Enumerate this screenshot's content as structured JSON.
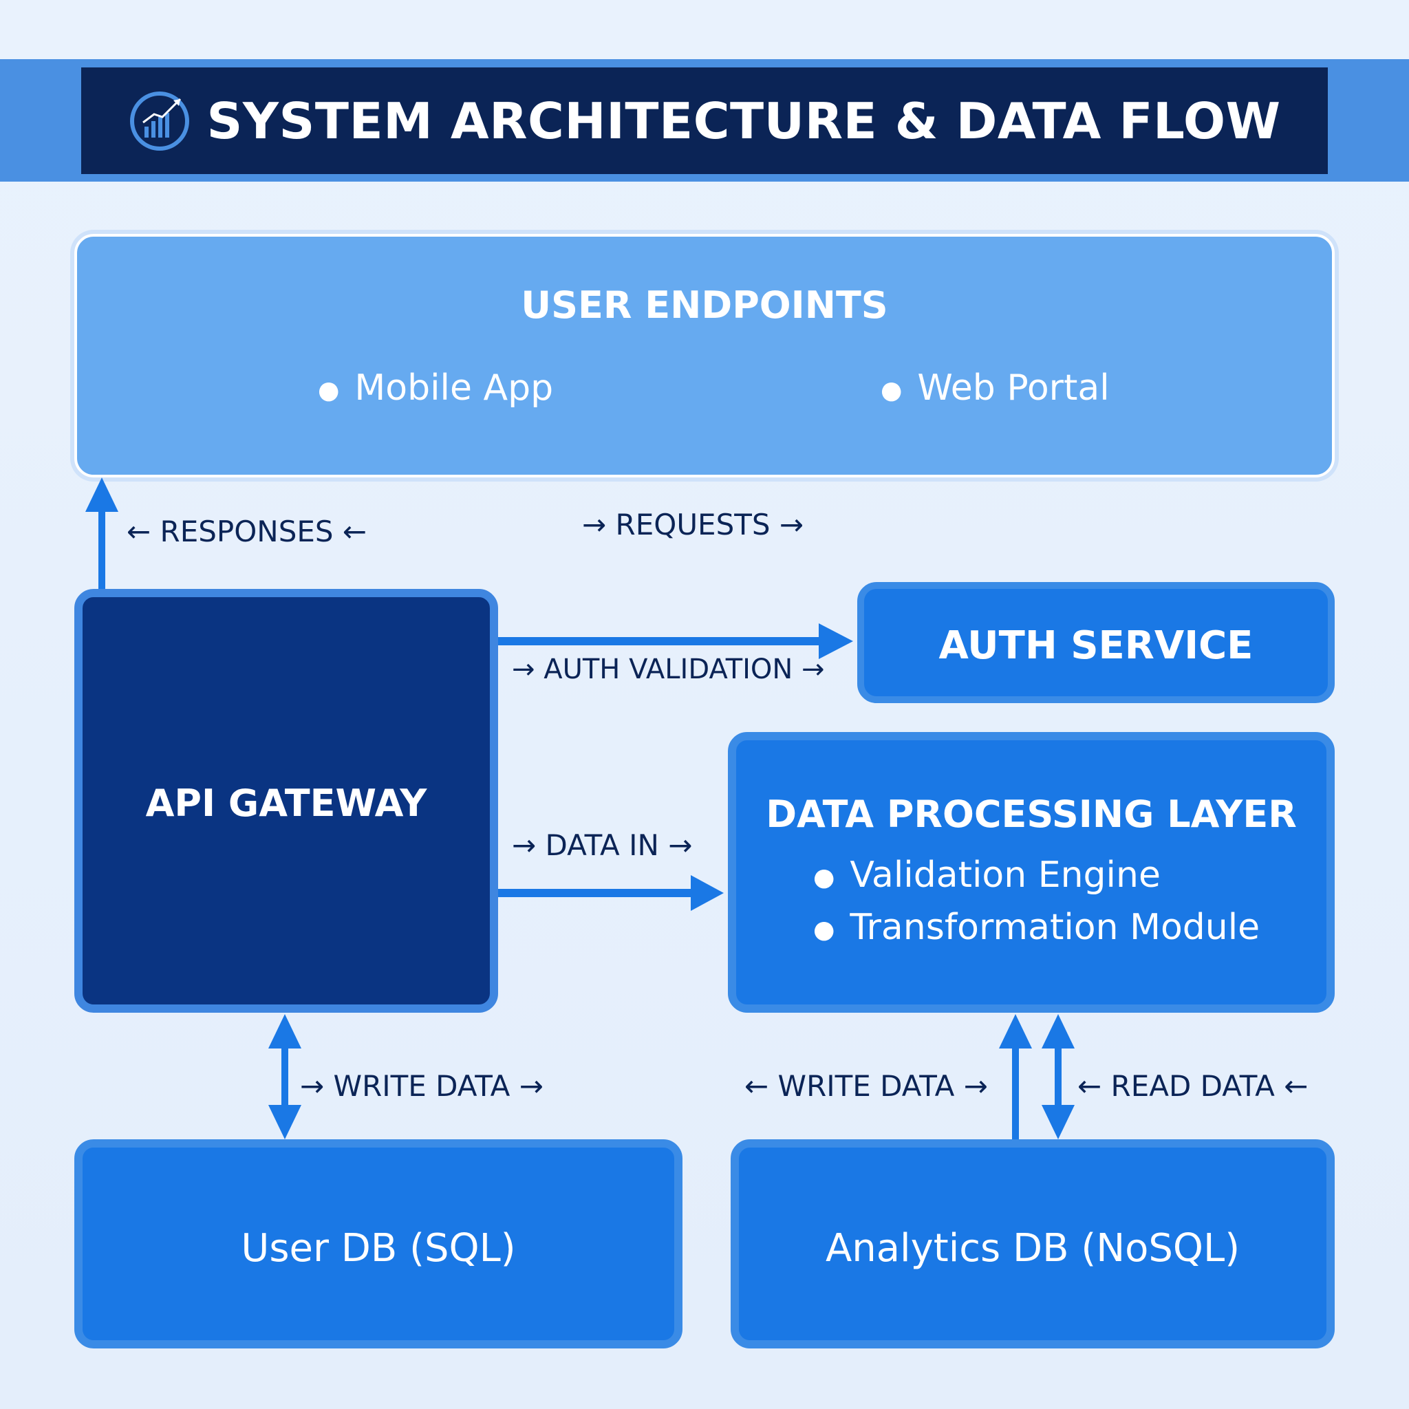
{
  "title": "SYSTEM ARCHITECTURE & DATA FLOW",
  "nodes": {
    "user_endpoints": {
      "title": "USER ENDPOINTS",
      "items": [
        "Mobile App",
        "Web Portal"
      ]
    },
    "api_gateway": {
      "title": "API GATEWAY"
    },
    "auth_service": {
      "title": "AUTH SERVICE"
    },
    "data_processing": {
      "title": "DATA PROCESSING LAYER",
      "items": [
        "Validation Engine",
        "Transformation Module"
      ]
    },
    "user_db": {
      "title": "User DB (SQL)"
    },
    "analytics_db": {
      "title": "Analytics DB (NoSQL)"
    }
  },
  "edges": {
    "responses": "← RESPONSES ←",
    "requests": "→ REQUESTS →",
    "auth_validation": "→ AUTH VALIDATION →",
    "data_in": "→ DATA IN →",
    "write_data_user": "→ WRITE DATA →",
    "write_data_analytics": "← WRITE DATA →",
    "read_data": "← READ DATA ←"
  },
  "colors": {
    "background": "#e8f1fc",
    "title_bar": "#0b2456",
    "title_band": "#4a90e2",
    "endpoints_fill": "#66aaf0",
    "gateway_fill": "#0a3482",
    "service_fill": "#1a78e5",
    "arrow": "#1a78e5",
    "label_text": "#0b2456"
  }
}
